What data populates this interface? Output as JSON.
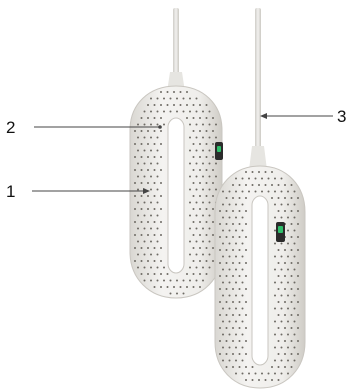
{
  "callouts": [
    {
      "number": "1"
    },
    {
      "number": "2"
    },
    {
      "number": "3"
    }
  ],
  "colors": {
    "device_body": "#efeeec",
    "device_shadow": "#cfcdc8",
    "perforation_dots": "#6d6a64",
    "cable": "#e3e2de",
    "switch_housing": "#2b2b2b",
    "switch_indicator": "#2fbf6a",
    "leader_line": "#444444"
  },
  "icons": {
    "device_1": "shoe-dryer-loop",
    "device_2": "shoe-dryer-loop",
    "switch": "power-switch"
  }
}
